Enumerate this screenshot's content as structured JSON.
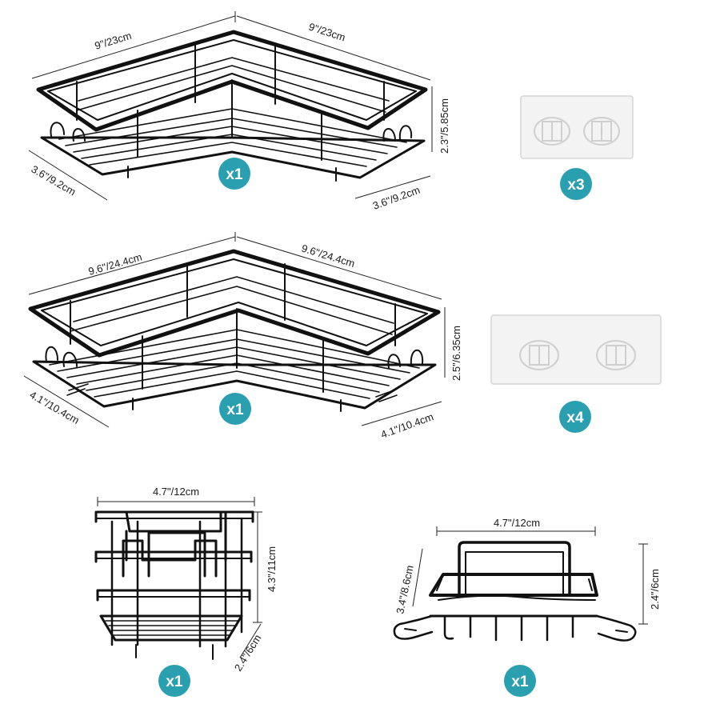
{
  "items": [
    {
      "name": "small-corner-shelf",
      "dims": {
        "left_width": "9\"/23cm",
        "right_width": "9\"/23cm",
        "height": "2.3\"/5.85cm",
        "left_depth": "3.6\"/9.2cm",
        "right_depth": "3.6\"/9.2cm"
      },
      "qty": "x1"
    },
    {
      "name": "large-corner-shelf",
      "dims": {
        "left_width": "9.6\"/24.4cm",
        "right_width": "9.6\"/24.4cm",
        "height": "2.5\"/6.35cm",
        "left_depth": "4.1\"/10.4cm",
        "right_depth": "4.1\"/10.4cm"
      },
      "qty": "x1"
    },
    {
      "name": "toothbrush-holder",
      "dims": {
        "width": "4.7\"/12cm",
        "height": "4.3\"/11cm",
        "depth": "2.4\"/6cm"
      },
      "qty": "x1"
    },
    {
      "name": "soap-dish-with-hooks",
      "dims": {
        "width": "4.7\"/12cm",
        "height": "2.4\"/6cm",
        "depth": "3.4\"/8.6cm"
      },
      "qty": "x1"
    }
  ],
  "adhesives": [
    {
      "name": "small-adhesive-hook",
      "qty": "x3"
    },
    {
      "name": "large-adhesive-hook",
      "qty": "x4"
    }
  ],
  "colors": {
    "badge": "#2a9fb0",
    "wire": "#111111",
    "adhesive_fill": "#f3f3f3",
    "adhesive_outline": "#d6d6d6"
  }
}
